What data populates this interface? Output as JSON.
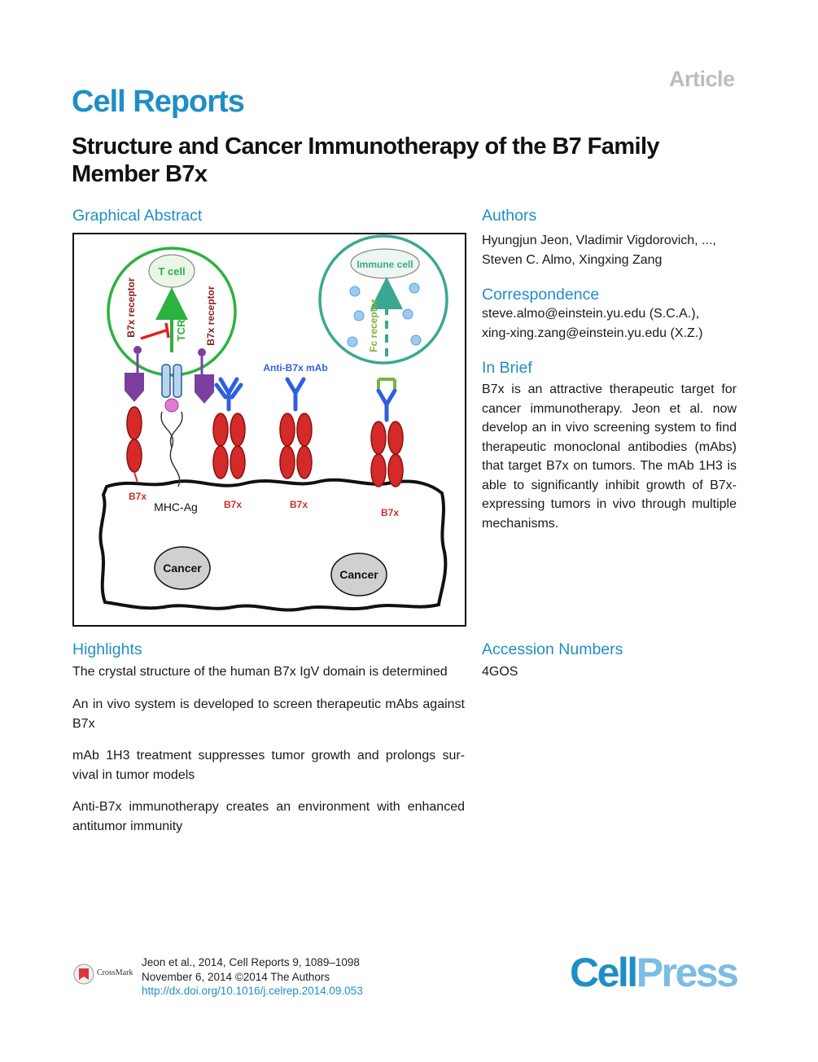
{
  "header": {
    "article_label": "Article",
    "journal": "Cell Reports",
    "title": "Structure and Cancer Immunotherapy of the B7 Family Member B7x"
  },
  "graphical_abstract": {
    "heading": "Graphical Abstract",
    "labels": {
      "t_cell": "T cell",
      "immune_cell": "Immune cell",
      "tcr": "TCR",
      "b7x_receptor_left": "B7x receptor",
      "b7x_receptor_right": "B7x receptor",
      "fc_receptor": "Fc receptor",
      "anti_b7x_mab": "Anti-B7x mAb",
      "b7x_1": "B7x",
      "b7x_2": "B7x",
      "b7x_3": "B7x",
      "b7x_4": "B7x",
      "mhc_ag": "MHC-Ag",
      "cancer_1": "Cancer",
      "cancer_2": "Cancer"
    }
  },
  "authors": {
    "heading": "Authors",
    "line1": "Hyungjun Jeon, Vladimir Vigdorovich, ...,",
    "line2": "Steven C. Almo, Xingxing Zang"
  },
  "correspondence": {
    "heading": "Correspondence",
    "line1": "steve.almo@einstein.yu.edu (S.C.A.),",
    "line2": "xing-xing.zang@einstein.yu.edu (X.Z.)"
  },
  "in_brief": {
    "heading": "In Brief",
    "text": "B7x is an attractive therapeutic target for cancer immunotherapy. Jeon et al. now develop an in vivo screening system to find therapeutic monoclonal antibodies (mAbs) that target B7x on tumors. The mAb 1H3 is able to significantly inhibit growth of B7x-expressing tumors in vivo through multiple mechanisms."
  },
  "highlights": {
    "heading": "Highlights",
    "items": [
      "The crystal structure of the human B7x IgV domain is determined",
      "An in vivo system is developed to screen therapeutic mAbs against B7x",
      "mAb 1H3 treatment suppresses tumor growth and prolongs sur-vival in tumor models",
      "Anti-B7x immunotherapy creates an environment with enhanced antitumor immunity"
    ]
  },
  "accession": {
    "heading": "Accession Numbers",
    "value": "4GOS"
  },
  "footer": {
    "citation": "Jeon et al., 2014, Cell Reports 9, 1089–1098",
    "date_copyright": "November 6, 2014 ©2014 The Authors",
    "doi": "http://dx.doi.org/10.1016/j.celrep.2014.09.053",
    "crossmark_label": "CrossMark",
    "publisher_cell": "Cell",
    "publisher_press": "Press"
  },
  "colors": {
    "accent_blue": "#1f8ec6",
    "t_cell_green": "#2bb23f",
    "immune_teal": "#3aa891",
    "receptor_purple": "#7b3fa0",
    "b7x_red": "#d42a2a",
    "antibody_blue": "#2f5fe0",
    "fc_green": "#7ab33a"
  }
}
